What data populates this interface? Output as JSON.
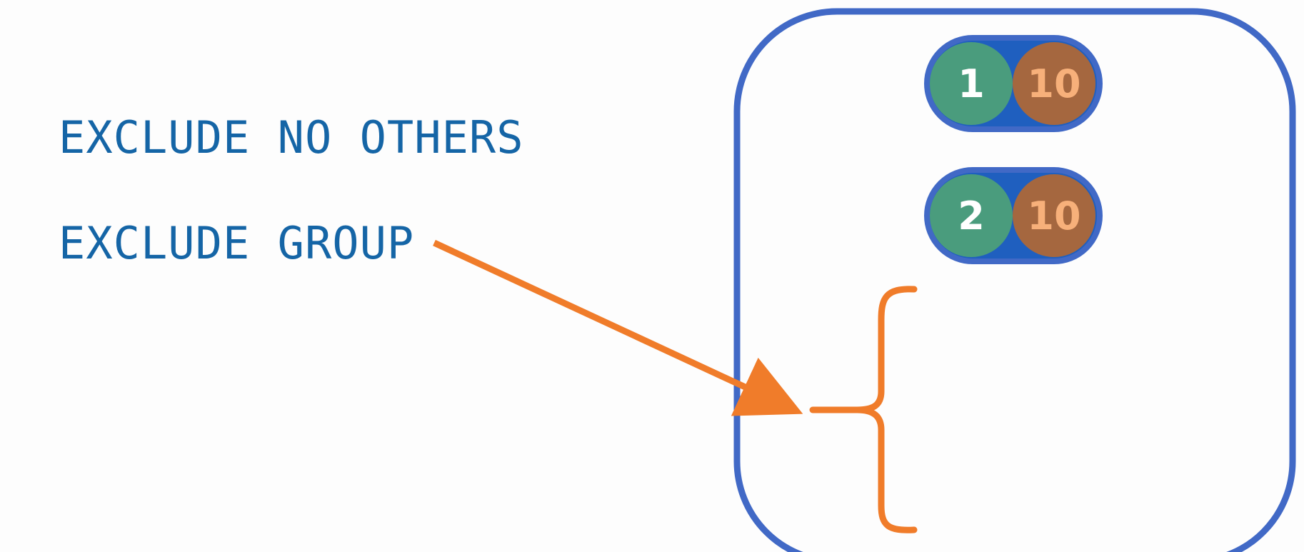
{
  "options": [
    {
      "label": "EXCLUDE NO OTHERS"
    },
    {
      "label": "EXCLUDE GROUP"
    }
  ],
  "rows": [
    {
      "id": "1",
      "value": "10"
    },
    {
      "id": "2",
      "value": "10"
    }
  ],
  "colors": {
    "text": "#1565a6",
    "frame": "#4169c6",
    "pill": "#1f5fbf",
    "id_circle": "#4a9c7d",
    "value_circle": "#a5673f",
    "id_text": "#ffffff",
    "value_text": "#f7b07a",
    "arrow": "#f07c2a"
  }
}
